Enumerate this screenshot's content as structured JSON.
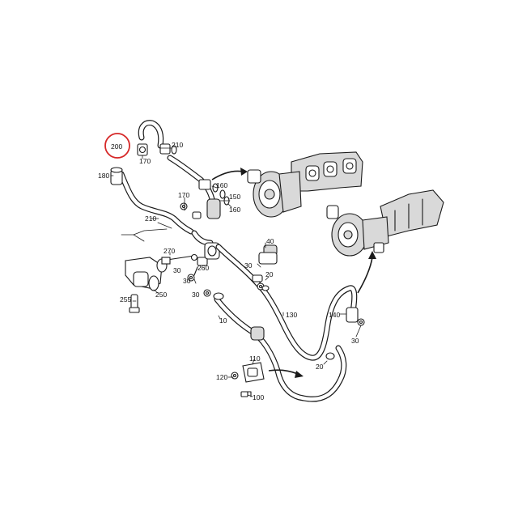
{
  "highlight": {
    "part_number": "200",
    "color": "#d62828"
  },
  "labels": {
    "p200": "200",
    "p210a": "210",
    "p170a": "170",
    "p180": "180",
    "p160a": "160",
    "p170b": "170",
    "p150": "150",
    "p160b": "160",
    "p210b": "210",
    "p270": "270",
    "p30a": "30",
    "p260": "260",
    "p30b": "30",
    "p250": "250",
    "p30c": "30",
    "p255": "255",
    "p40": "40",
    "p30d": "30",
    "p20a": "20",
    "p130": "130",
    "p10": "10",
    "p140": "140",
    "p30e": "30",
    "p20b": "20",
    "p110": "110",
    "p120": "120",
    "p100": "100"
  }
}
